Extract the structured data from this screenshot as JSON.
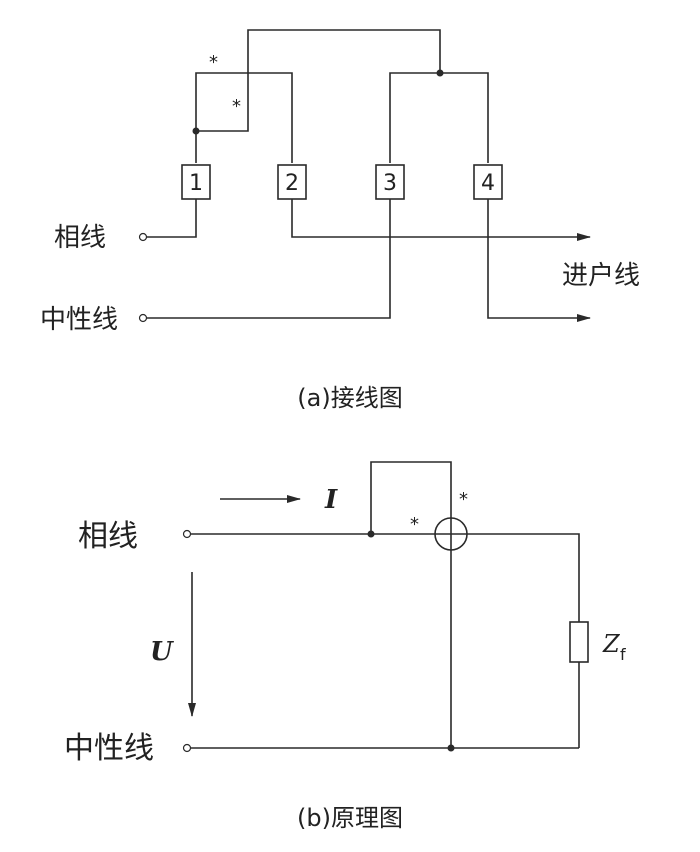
{
  "part_a": {
    "terminals": [
      "1",
      "2",
      "3",
      "4"
    ],
    "phase_label": "相线",
    "neutral_label": "中性线",
    "service_label": "进户线",
    "star_top": "*",
    "star_inner": "*",
    "caption": "(a)接线图"
  },
  "part_b": {
    "phase_label": "相线",
    "neutral_label": "中性线",
    "current_symbol": "I",
    "voltage_symbol": "U",
    "star_left": "*",
    "star_right": "*",
    "load_symbol": "Z",
    "load_subscript": "f",
    "caption": "(b)原理图"
  }
}
